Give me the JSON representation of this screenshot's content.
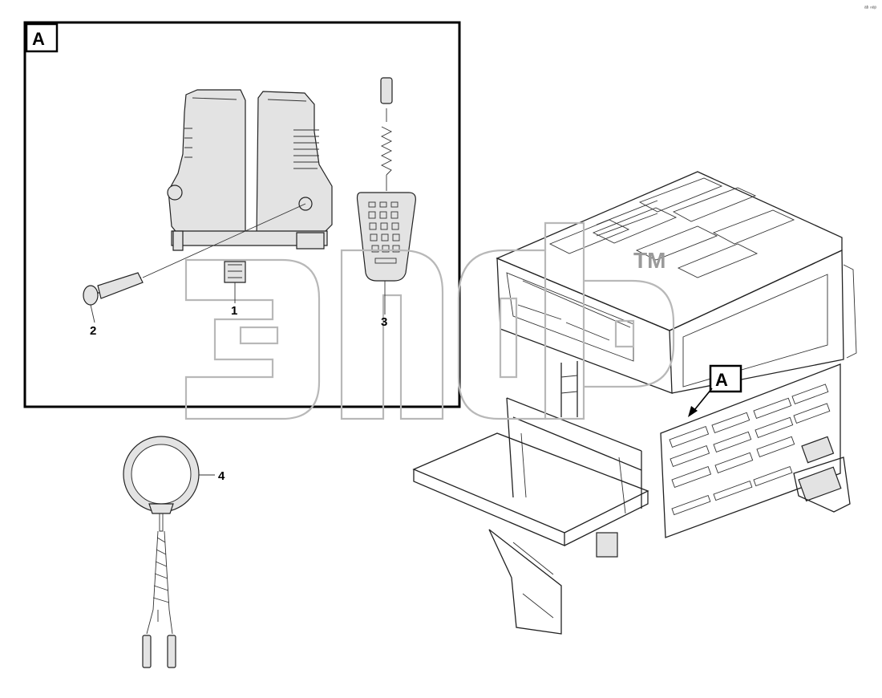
{
  "diagram": {
    "detail_box_label": "A",
    "callout_label": "A",
    "watermark_tm": "TM",
    "corner_mark": "ᵃᵇ ⁿᵒᵖ",
    "parts": [
      {
        "label": "1"
      },
      {
        "label": "2"
      },
      {
        "label": "3"
      },
      {
        "label": "4"
      }
    ],
    "colors": {
      "stroke": "#222222",
      "watermark": "#b8b8b8",
      "fill": "#e3e3e3"
    }
  }
}
